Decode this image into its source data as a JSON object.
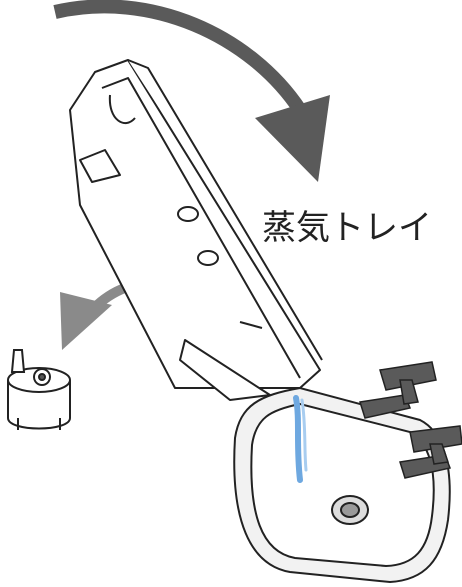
{
  "figure": {
    "label_text": "蒸気トレイ",
    "colors": {
      "outline": "#222222",
      "arrow_dark": "#555555",
      "arrow_light": "#9a9a9a",
      "sink_fill": "#f2f2f2",
      "faucet": "#5a5a5a",
      "water": "#6ea8e0"
    },
    "icons": [
      "curved-arrow",
      "steam-tray",
      "water-tank",
      "sink",
      "faucet",
      "water-stream",
      "drain"
    ]
  }
}
